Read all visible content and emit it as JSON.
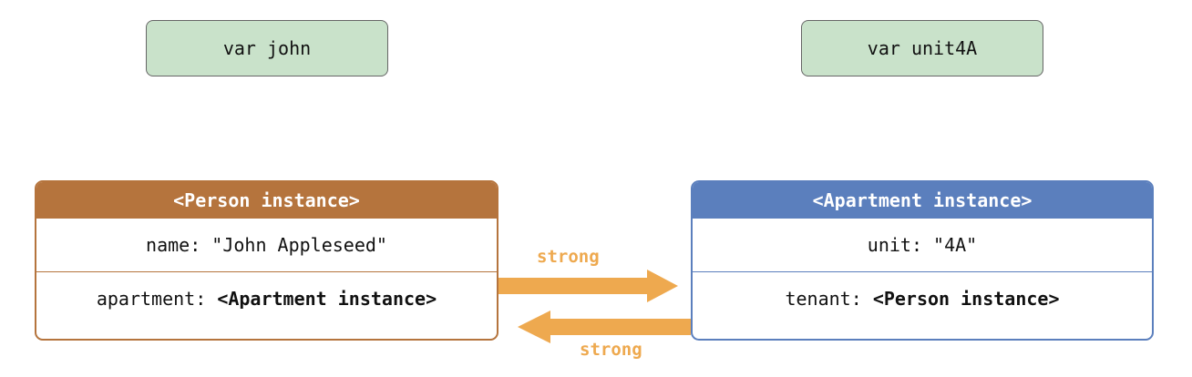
{
  "variables": {
    "john": "var john",
    "unit4A": "var unit4A"
  },
  "person_instance": {
    "header": "<Person instance>",
    "name_row": "name: \"John Appleseed\"",
    "apartment_key": "apartment:",
    "apartment_value": "<Apartment instance>"
  },
  "apartment_instance": {
    "header": "<Apartment instance>",
    "unit_row": "unit: \"4A\"",
    "tenant_key": "tenant:",
    "tenant_value": "<Person instance>"
  },
  "references": {
    "person_to_apartment": "strong",
    "apartment_to_person": "strong"
  },
  "colors": {
    "variable_fill": "#c9e2ca",
    "person": "#b5743d",
    "apartment": "#5b7fbd",
    "arrow": "#eea94f"
  }
}
